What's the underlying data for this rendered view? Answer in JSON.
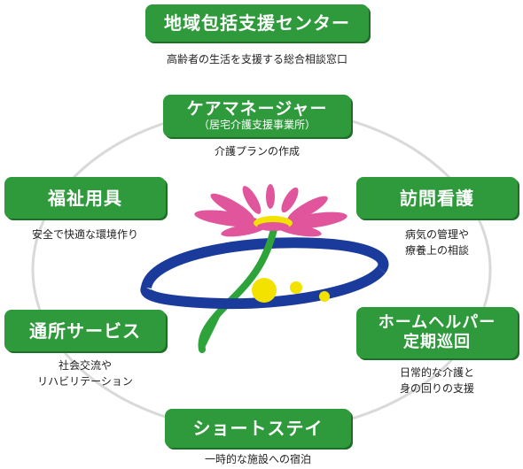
{
  "nodes": {
    "center_top": {
      "title": "地域包括支援センター",
      "desc": "高齢者の生活を支援する総合相談窓口"
    },
    "care_manager": {
      "title": "ケアマネージャー",
      "subtitle": "（居宅介護支援事業所）",
      "desc": "介護プランの作成"
    },
    "welfare": {
      "title": "福祉用具",
      "desc": "安全で快適な環境作り"
    },
    "visit_nursing": {
      "title": "訪問看護",
      "desc_line1": "病気の管理や",
      "desc_line2": "療養上の相談"
    },
    "day_service": {
      "title": "通所サービス",
      "desc_line1": "社会交流や",
      "desc_line2": "リハビリテーション"
    },
    "home_helper": {
      "title_line1": "ホームヘルパー",
      "title_line2": "定期巡回",
      "desc_line1": "日常的な介護と",
      "desc_line2": "身の回りの支援"
    },
    "short_stay": {
      "title": "ショートステイ",
      "desc": "一時的な施設への宿泊"
    }
  },
  "colors": {
    "box_green": "#2e9a3b",
    "ring_gray": "#d9d9d9",
    "petal_pink": "#e0559b",
    "stem_green": "#2ea33a",
    "orbit_blue": "#1a3a9c",
    "ball_yellow": "#f3e200"
  }
}
